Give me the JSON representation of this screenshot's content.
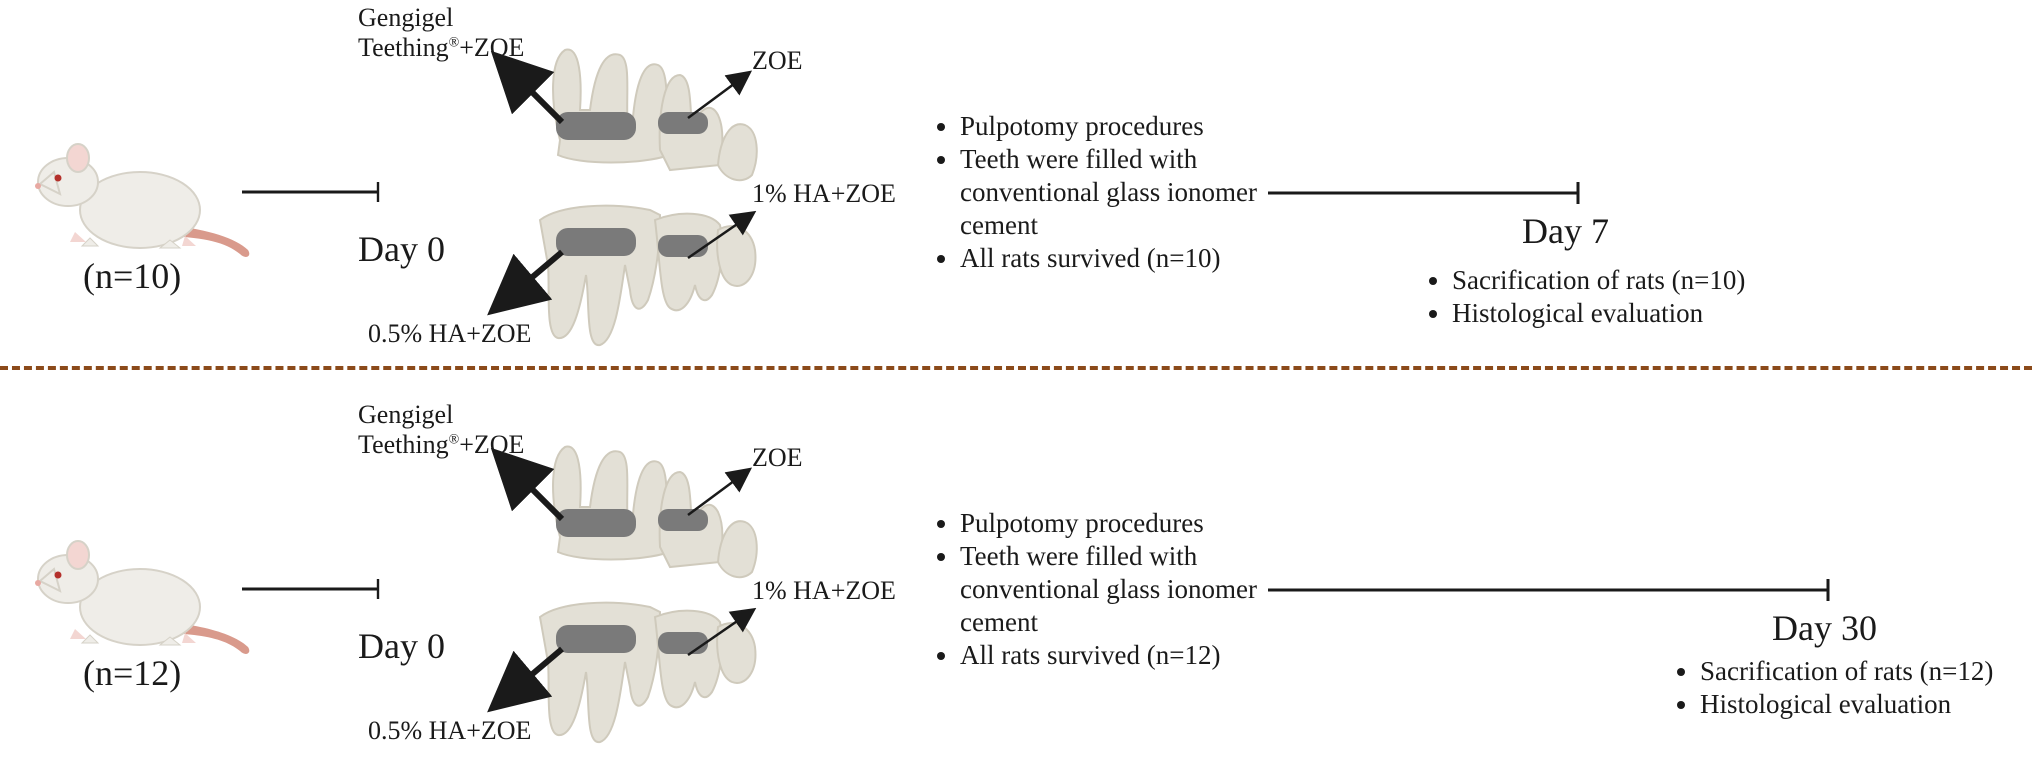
{
  "groups": [
    {
      "n_label": "(n=10)",
      "start_day": "Day 0",
      "treatments": {
        "gengigel_line1": "Gengigel",
        "gengigel_line2": "Teething",
        "gengigel_mark": "®",
        "gengigel_suffix": "+ZOE",
        "zoe": "ZOE",
        "ha1": "1% HA+ZOE",
        "ha05": "0.5% HA+ZOE"
      },
      "procedures": [
        "Pulpotomy procedures",
        "Teeth were filled with conventional glass ionomer cement",
        "All rats survived (n=10)"
      ],
      "end_day": "Day 7",
      "outcomes": [
        "Sacrification of rats (n=10)",
        "Histological evaluation"
      ]
    },
    {
      "n_label": "(n=12)",
      "start_day": "Day 0",
      "treatments": {
        "gengigel_line1": "Gengigel",
        "gengigel_line2": "Teething",
        "gengigel_mark": "®",
        "gengigel_suffix": "+ZOE",
        "zoe": "ZOE",
        "ha1": "1% HA+ZOE",
        "ha05": "0.5% HA+ZOE"
      },
      "procedures": [
        "Pulpotomy procedures",
        "Teeth were filled with conventional glass ionomer cement",
        "All rats survived (n=12)"
      ],
      "end_day": "Day 30",
      "outcomes": [
        "Sacrification of rats (n=12)",
        "Histological evaluation"
      ]
    }
  ],
  "colors": {
    "divider": "#8B4A1A",
    "tooth": "#E3E0D6",
    "filling": "#7A7A7A",
    "rat_body": "#EFEDE8",
    "rat_tail": "#D99A8C"
  }
}
